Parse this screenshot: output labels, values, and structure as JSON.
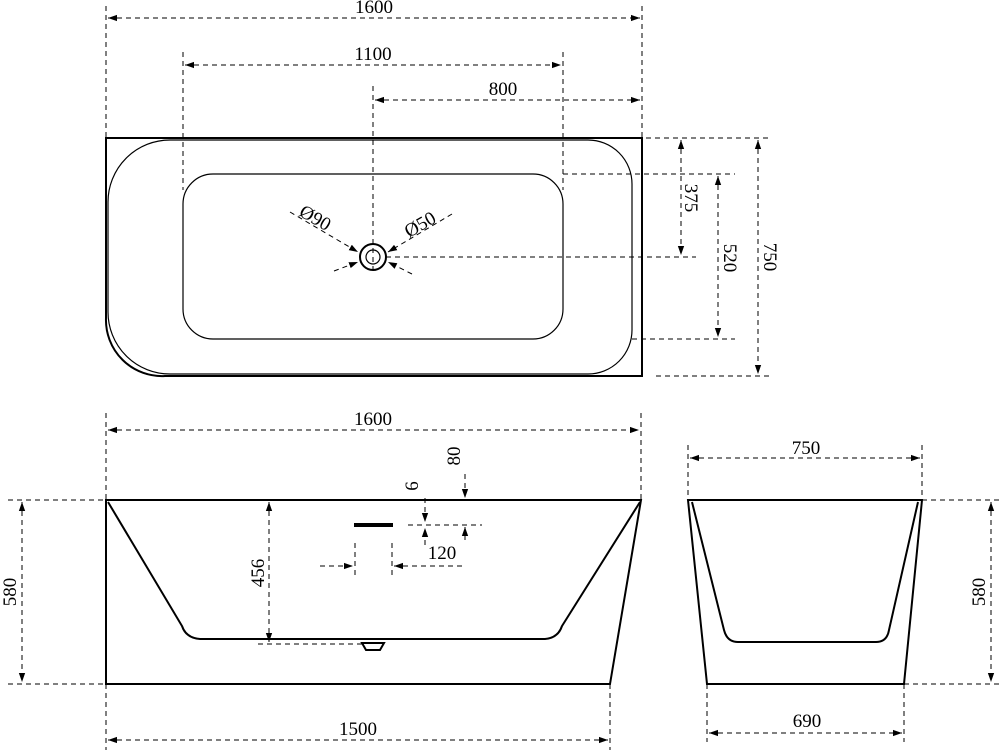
{
  "drawing": {
    "top_view": {
      "overall_length": "1600",
      "outlet_offset_far": "1100",
      "outlet_offset_near": "800",
      "outlet_depth": "375",
      "inner_width": "520",
      "overall_width": "750",
      "overflow_diameter": "Ø90",
      "drain_diameter": "Ø50"
    },
    "front_view": {
      "overall_length": "1600",
      "base_length": "1500",
      "height": "580",
      "inner_depth": "456",
      "overflow_from_top": "80",
      "overflow_size": "6",
      "overflow_width": "120"
    },
    "side_view": {
      "top_width": "750",
      "base_width": "690",
      "height": "580"
    }
  }
}
